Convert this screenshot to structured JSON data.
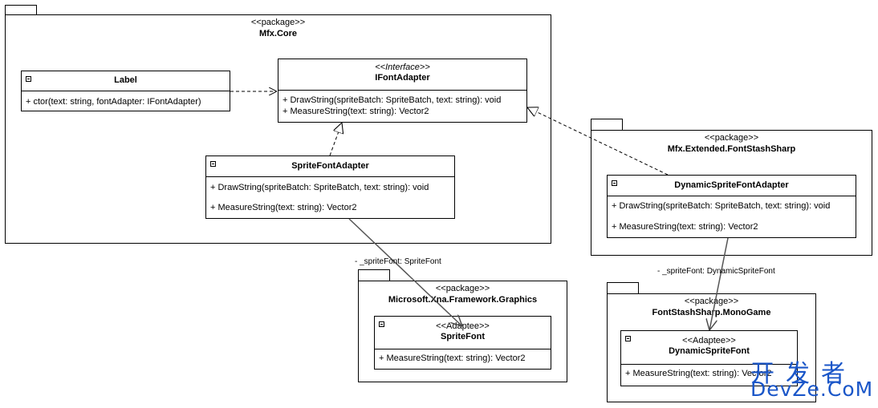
{
  "packages": {
    "core": {
      "stereotype": "<<package>>",
      "name": "Mfx.Core"
    },
    "extended": {
      "stereotype": "<<package>>",
      "name": "Mfx.Extended.FontStashSharp"
    },
    "graphics": {
      "stereotype": "<<package>>",
      "name": "Microsoft.Xna.Framework.Graphics"
    },
    "monogame": {
      "stereotype": "<<package>>",
      "name": "FontStashSharp.MonoGame"
    }
  },
  "classes": {
    "label": {
      "name": "Label",
      "ops": [
        "+ ctor(text: string, fontAdapter: IFontAdapter)"
      ]
    },
    "ifontadapter": {
      "stereotype": "<<Interface>>",
      "name": "IFontAdapter",
      "ops": [
        "+ DrawString(spriteBatch: SpriteBatch, text: string): void",
        "+ MeasureString(text: string): Vector2"
      ]
    },
    "spritefontadapter": {
      "name": "SpriteFontAdapter",
      "ops": [
        "+ DrawString(spriteBatch: SpriteBatch, text: string): void",
        "+ MeasureString(text: string): Vector2"
      ]
    },
    "dynamicspritefontadapter": {
      "name": "DynamicSpriteFontAdapter",
      "ops": [
        "+ DrawString(spriteBatch: SpriteBatch, text: string): void",
        "+ MeasureString(text: string): Vector2"
      ]
    },
    "spritefont": {
      "stereotype": "<<Adaptee>>",
      "name": "SpriteFont",
      "ops": [
        "+ MeasureString(text: string): Vector2"
      ]
    },
    "dynamicspritefont": {
      "stereotype": "<<Adaptee>>",
      "name": "DynamicSpriteFont",
      "ops": [
        "+ MeasureString(text: string): Vector2"
      ]
    }
  },
  "associations": {
    "sprite_font": "- _spriteFont: SpriteFont",
    "dynamic_sprite_font": "- _spriteFont: DynamicSpriteFont"
  },
  "watermark": {
    "line1": "开发者",
    "line2": "DevZe.CoM"
  },
  "colors": {
    "line": "#000000",
    "assoc_line": "#555555",
    "watermark": "#1a56c8"
  }
}
